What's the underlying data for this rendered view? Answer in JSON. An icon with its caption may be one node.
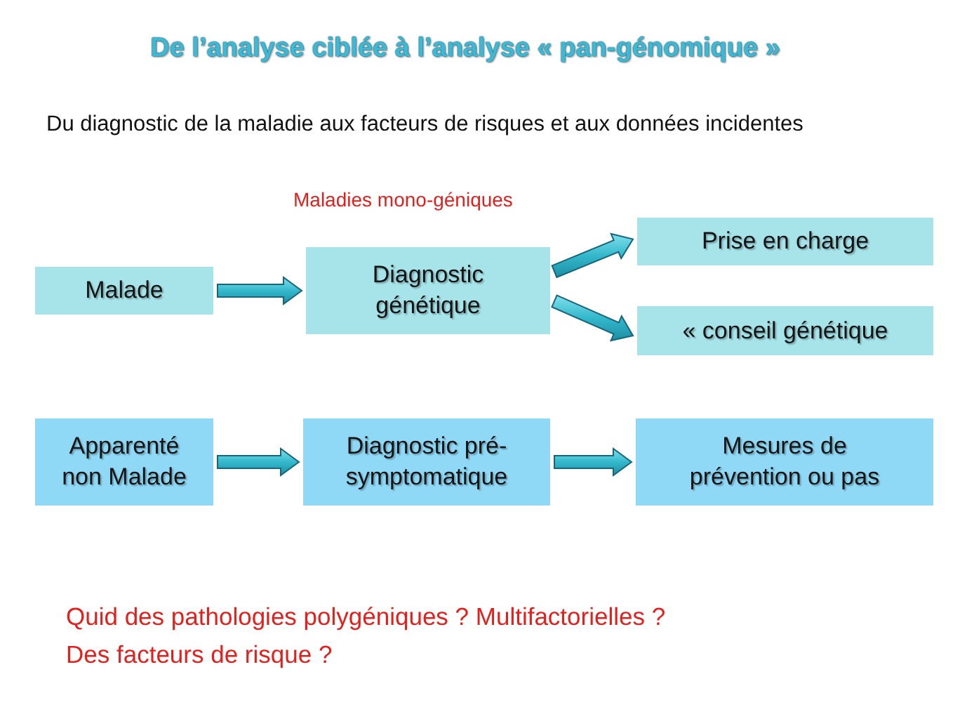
{
  "diagram": {
    "title": "De l’analyse ciblée à l’analyse « pan-génomique »",
    "nodes": [
      {
        "text": [
          "Malade"
        ]
      },
      {
        "text": [
          "Diagnostic génétique"
        ]
      },
      {
        "text": [
          "Prise en charge"
        ]
      },
      {
        "text": [
          "« conseil génétique"
        ]
      },
      {
        "text": [
          "Apparenté non Malade"
        ]
      },
      {
        "text": [
          "Diagnostic pré-symptomatique"
        ]
      },
      {
        "text": [
          "Mesures de prévention ou pas"
        ]
      }
    ],
    "edges": [
      {
        "from": 0,
        "to": 1,
        "arrow": "to"
      },
      {
        "from": 1,
        "to": 2,
        "arrow": "to"
      },
      {
        "from": 1,
        "to": 3,
        "arrow": "to"
      },
      {
        "from": 4,
        "to": 5,
        "arrow": "to"
      },
      {
        "from": 5,
        "to": 6,
        "arrow": "to"
      }
    ],
    "labels": [
      "Du diagnostic de la maladie aux facteurs de risques et aux données incidentes",
      "Maladies mono-géniques",
      "Quid des pathologies polygéniques ? Multifactorielles ?",
      "Des facteurs de risque ?"
    ]
  }
}
